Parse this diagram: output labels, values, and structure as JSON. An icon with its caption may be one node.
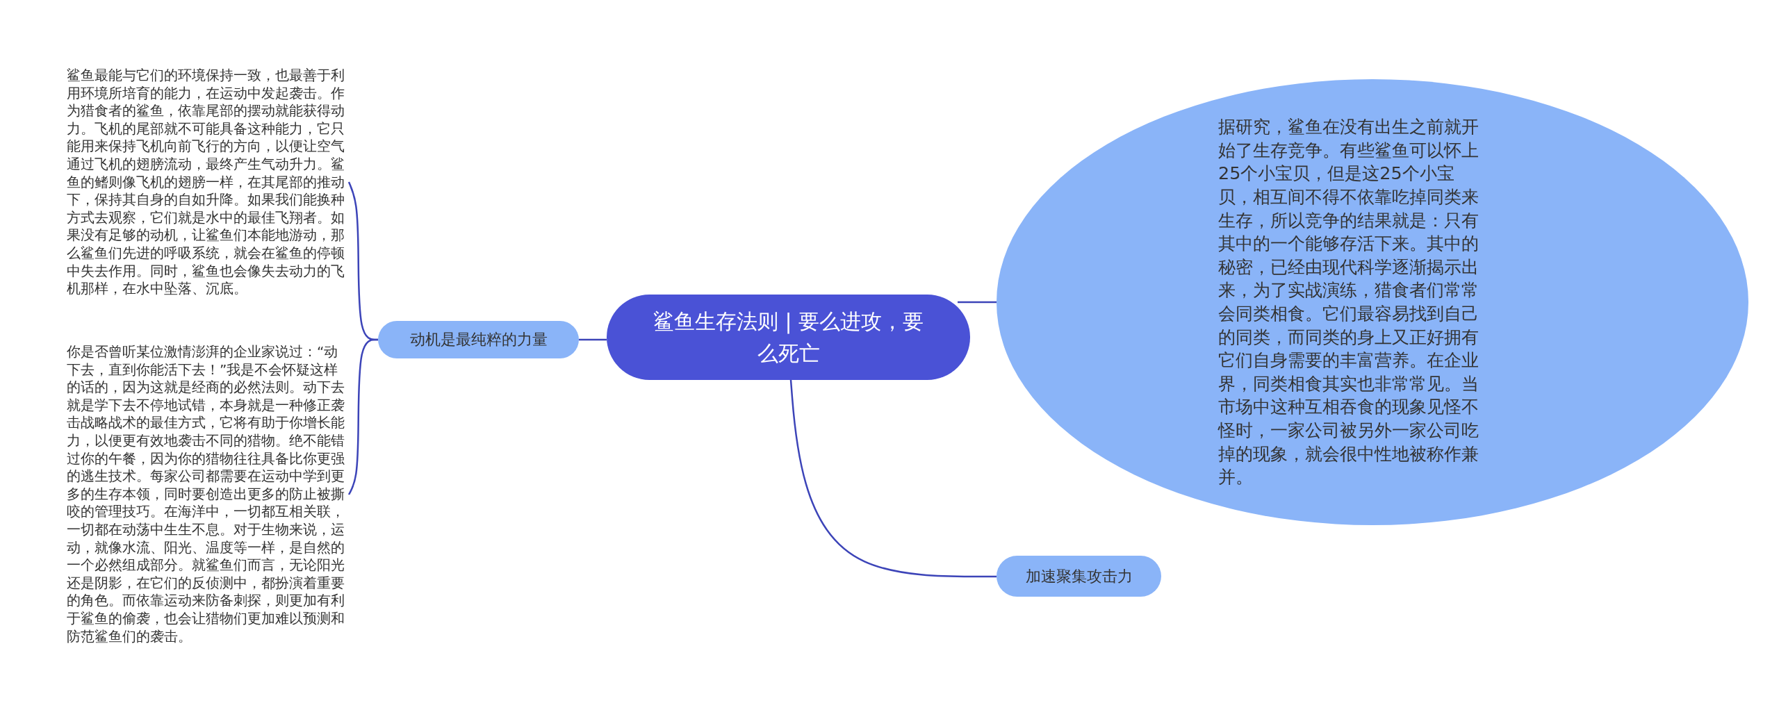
{
  "diagram": {
    "nodes": [
      {
        "text": [
          "鲨鱼生存法则 | 要么进攻，要么死亡"
        ]
      },
      {
        "text": [
          "动机是最纯粹的力量"
        ]
      },
      {
        "text": [
          "鲨鱼最能与它们的环境保持一致，也最善于利用环境所培育的能力，在运动中发起袭击。作为猎食者的鲨鱼，依靠尾部的摆动就能获得动力。飞机的尾部就不可能具备这种能力，它只能用来保持飞机向前飞行的方向，以便让空气通过飞机的翅膀流动，最终产生气动升力。鲨鱼的鳍则像飞机的翅膀一样，在其尾部的推动下，保持其自身的自如升降。如果我们能换种方式去观察，它们就是水中的最佳飞翔者。如果没有足够的动机，让鲨鱼们本能地游动，那么鲨鱼们先进的呼吸系统，就会在鲨鱼的停顿中失去作用。同时，鲨鱼也会像失去动力的飞机那样，在水中坠落、沉底。"
        ]
      },
      {
        "text": [
          "你是否曾听某位激情澎湃的企业家说过：“动下去，直到你能活下去！”我是不会怀疑这样的话的，因为这就是经商的必然法则。动下去就是学下去不停地试错，本身就是一种修正袭击战略战术的最佳方式，它将有助于你增长能力，以便更有效地袭击不同的猎物。绝不能错过你的午餐，因为你的猎物往往具备比你更强的逃生技术。每家公司都需要在运动中学到更多的生存本领，同时要创造出更多的防止被撕咬的管理技巧。在海洋中，一切都互相关联，一切都在动荡中生生不息。对于生物来说，运动，就像水流、阳光、温度等一样，是自然的一个必然组成部分。就鲨鱼们而言，无论阳光还是阴影，在它们的反侦测中，都扮演着重要的角色。而依靠运动来防备刺探，则更加有利于鲨鱼的偷袭，也会让猎物们更加难以预测和防范鲨鱼们的袭击。"
        ]
      },
      {
        "text": [
          "据研究，鲨鱼在没有出生之前就开始了生存竞争。有些鲨鱼可以怀上25个小宝贝，但是这25个小宝贝，相互间不得不依靠吃掉同类来生存，所以竞争的结果就是：只有其中的一个能够存活下来。其中的秘密，已经由现代科学逐渐揭示出来，为了实战演练，猎食者们常常会同类相食。它们最容易找到自己的同类，而同类的身上又正好拥有它们自身需要的丰富营养。在企业界，同类相食其实也非常常见。当市场中这种互相吞食的现象见怪不怪时，一家公司被另外一家公司吃掉的现象，就会很中性地被称作兼并。"
        ]
      },
      {
        "text": [
          "加速聚集攻击力"
        ]
      }
    ],
    "edges": [
      {
        "from": 0,
        "to": 1,
        "arrow": "none"
      },
      {
        "from": 1,
        "to": 2,
        "arrow": "none"
      },
      {
        "from": 1,
        "to": 3,
        "arrow": "none"
      },
      {
        "from": 0,
        "to": 4,
        "arrow": "none"
      },
      {
        "from": 0,
        "to": 5,
        "arrow": "none"
      }
    ]
  }
}
